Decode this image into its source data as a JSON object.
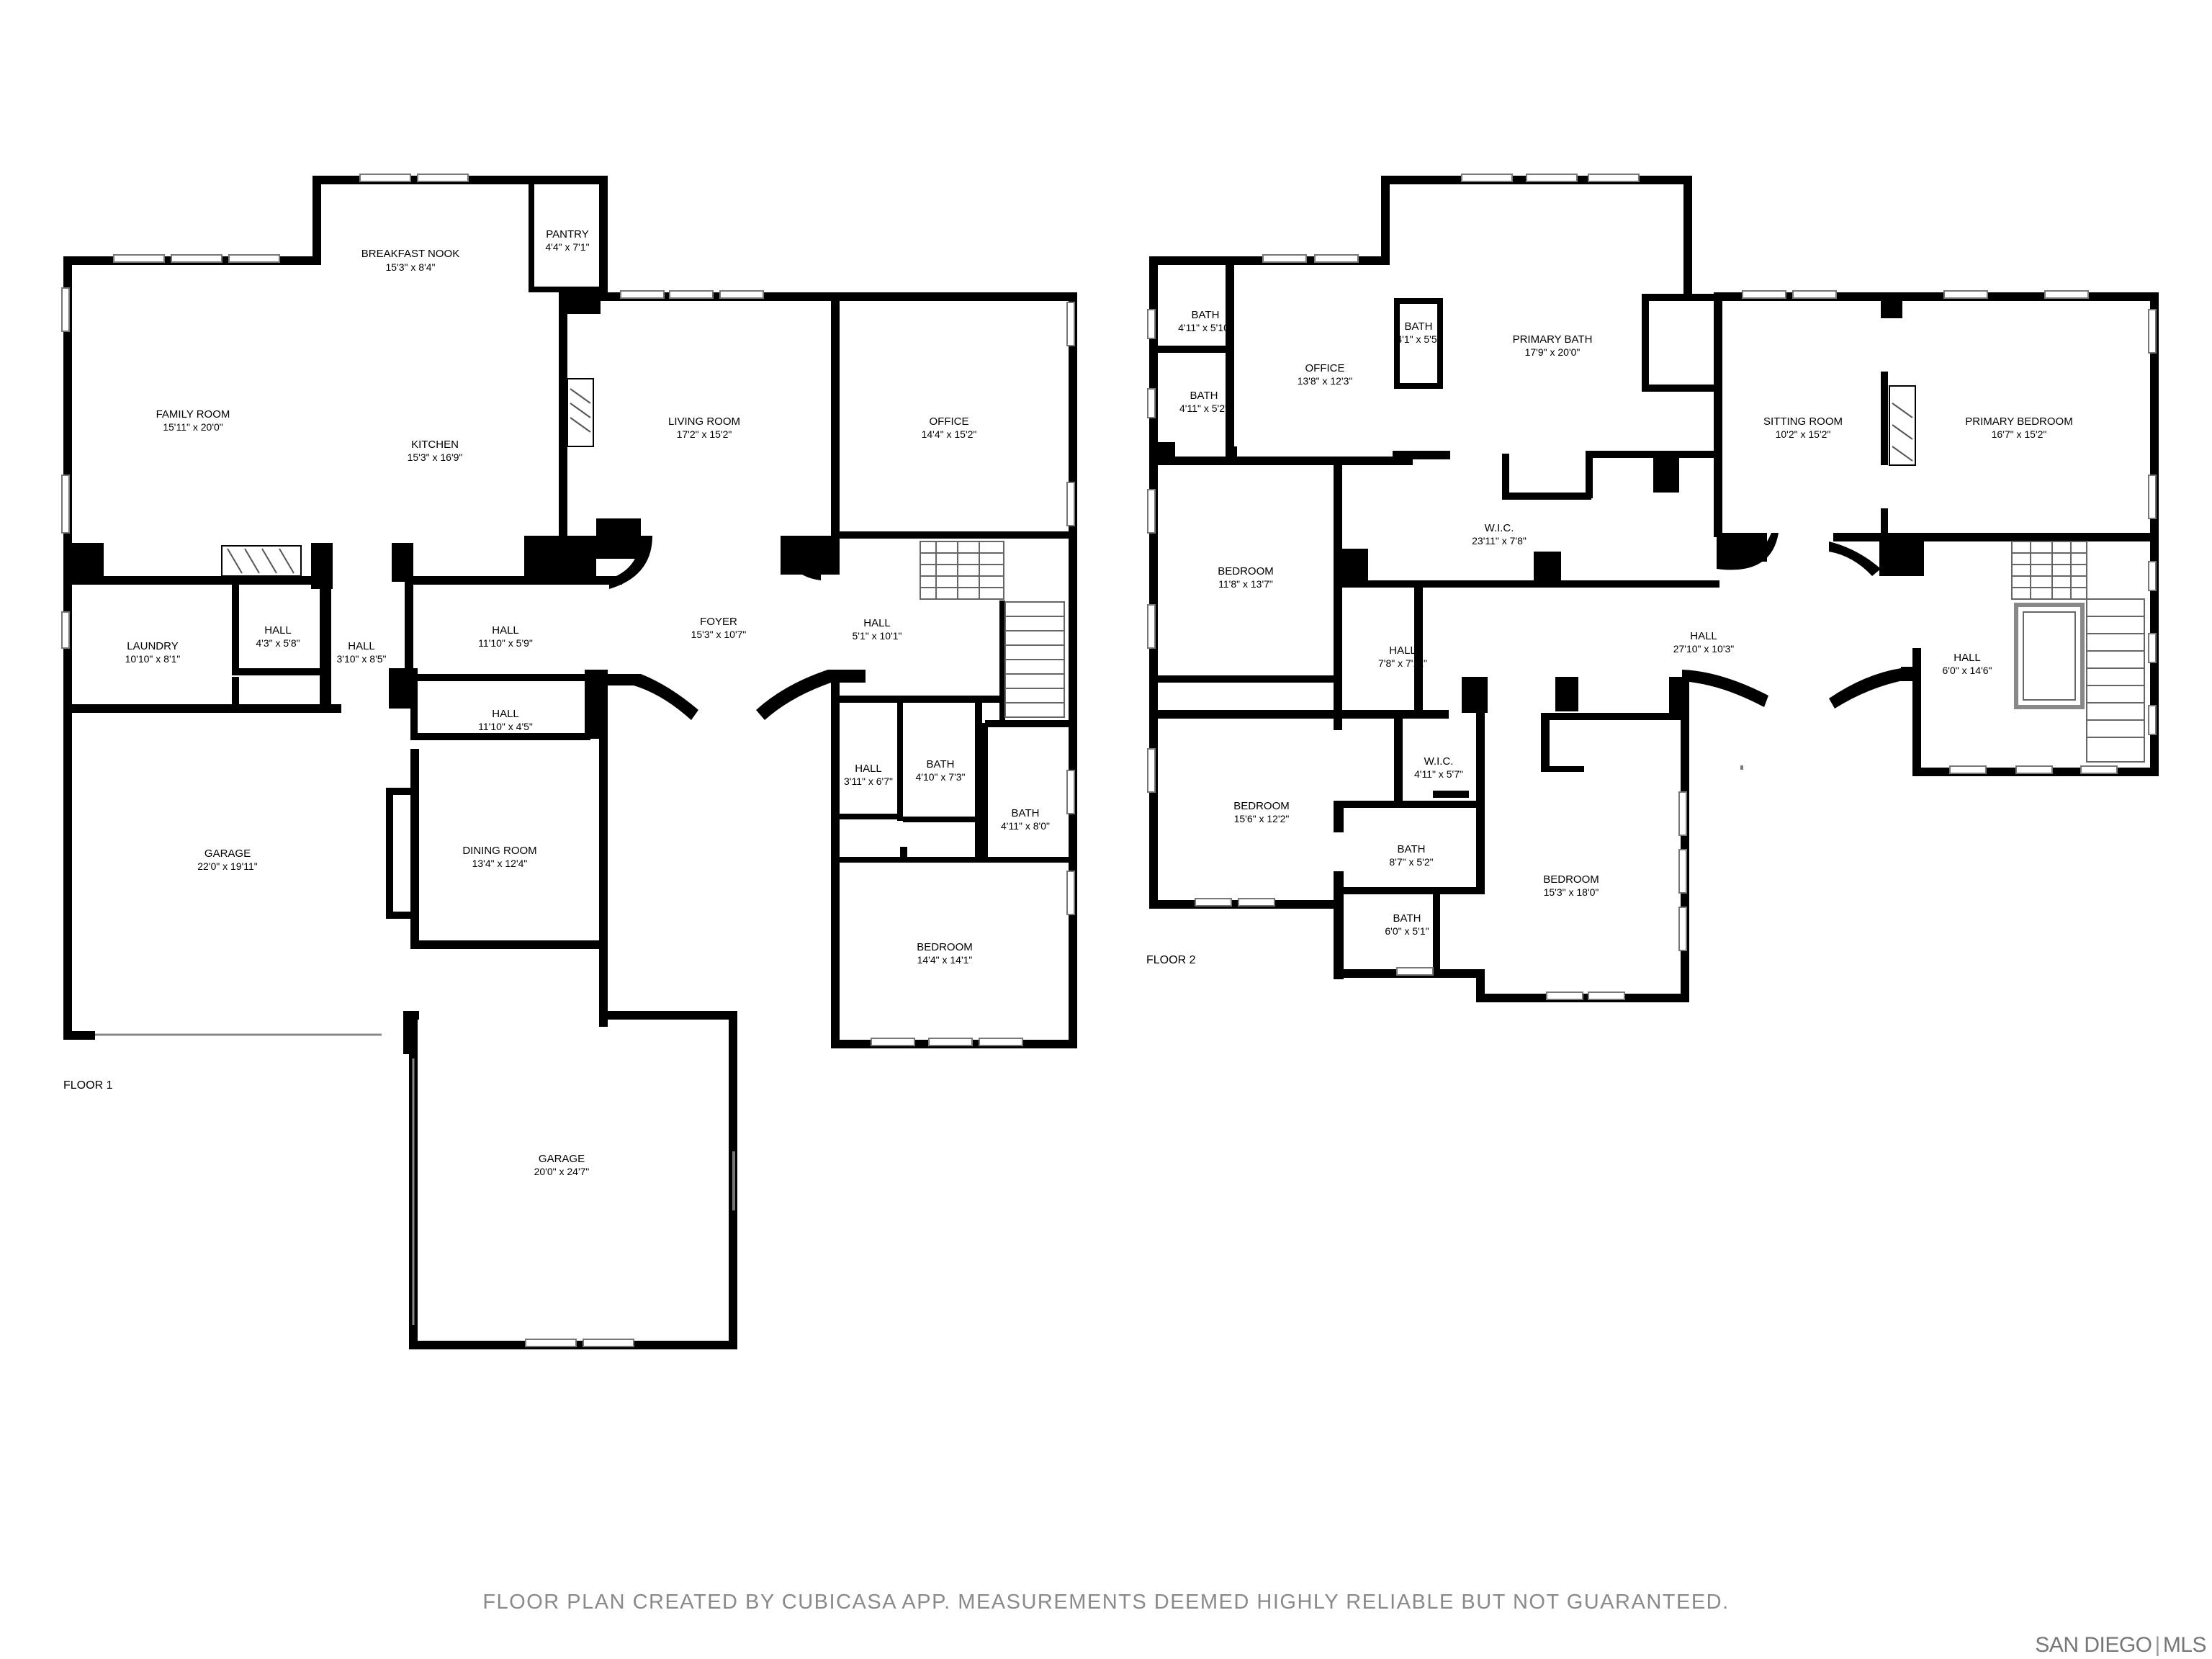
{
  "floors": [
    {
      "label": "FLOOR 1",
      "rooms": [
        {
          "name": "BREAKFAST NOOK",
          "dims": "15'3\" x 8'4\""
        },
        {
          "name": "PANTRY",
          "dims": "4'4\" x 7'1\""
        },
        {
          "name": "FAMILY ROOM",
          "dims": "15'11\" x 20'0\""
        },
        {
          "name": "KITCHEN",
          "dims": "15'3\" x 16'9\""
        },
        {
          "name": "LIVING ROOM",
          "dims": "17'2\" x 15'2\""
        },
        {
          "name": "OFFICE",
          "dims": "14'4\" x 15'2\""
        },
        {
          "name": "LAUNDRY",
          "dims": "10'10\" x 8'1\""
        },
        {
          "name": "HALL",
          "dims": "4'3\" x 5'8\""
        },
        {
          "name": "HALL",
          "dims": "3'10\" x 8'5\""
        },
        {
          "name": "HALL",
          "dims": "11'10\" x 5'9\""
        },
        {
          "name": "FOYER",
          "dims": "15'3\" x 10'7\""
        },
        {
          "name": "HALL",
          "dims": "5'1\" x 10'1\""
        },
        {
          "name": "HALL",
          "dims": "11'10\" x 4'5\""
        },
        {
          "name": "GARAGE",
          "dims": "22'0\" x 19'11\""
        },
        {
          "name": "DINING ROOM",
          "dims": "13'4\" x 12'4\""
        },
        {
          "name": "HALL",
          "dims": "3'11\" x 6'7\""
        },
        {
          "name": "BATH",
          "dims": "4'10\" x 7'3\""
        },
        {
          "name": "BATH",
          "dims": "4'11\" x 8'0\""
        },
        {
          "name": "BEDROOM",
          "dims": "14'4\" x 14'1\""
        },
        {
          "name": "GARAGE",
          "dims": "20'0\" x 24'7\""
        }
      ]
    },
    {
      "label": "FLOOR 2",
      "rooms": [
        {
          "name": "BATH",
          "dims": "4'11\" x 5'10\""
        },
        {
          "name": "BATH",
          "dims": "4'11\" x 5'2\""
        },
        {
          "name": "OFFICE",
          "dims": "13'8\" x 12'3\""
        },
        {
          "name": "BATH",
          "dims": "4'1\" x 5'5\""
        },
        {
          "name": "PRIMARY BATH",
          "dims": "17'9\" x 20'0\""
        },
        {
          "name": "SITTING ROOM",
          "dims": "10'2\" x 15'2\""
        },
        {
          "name": "PRIMARY BEDROOM",
          "dims": "16'7\" x 15'2\""
        },
        {
          "name": "BEDROOM",
          "dims": "11'8\" x 13'7\""
        },
        {
          "name": "W.I.C.",
          "dims": "23'11\" x 7'8\""
        },
        {
          "name": "HALL",
          "dims": "7'8\" x 7'11\""
        },
        {
          "name": "HALL",
          "dims": "27'10\" x 10'3\""
        },
        {
          "name": "HALL",
          "dims": "6'0\" x 14'6\""
        },
        {
          "name": "BEDROOM",
          "dims": "15'6\" x 12'2\""
        },
        {
          "name": "W.I.C.",
          "dims": "4'11\" x 5'7\""
        },
        {
          "name": "BATH",
          "dims": "8'7\" x 5'2\""
        },
        {
          "name": "BEDROOM",
          "dims": "15'3\" x 18'0\""
        },
        {
          "name": "BATH",
          "dims": "6'0\" x 5'1\""
        }
      ]
    }
  ],
  "footer_note": "FLOOR PLAN CREATED BY CUBICASA APP. MEASUREMENTS DEEMED HIGHLY RELIABLE BUT NOT GUARANTEED.",
  "brand": {
    "left": "SAN DIEGO",
    "right": "MLS"
  }
}
